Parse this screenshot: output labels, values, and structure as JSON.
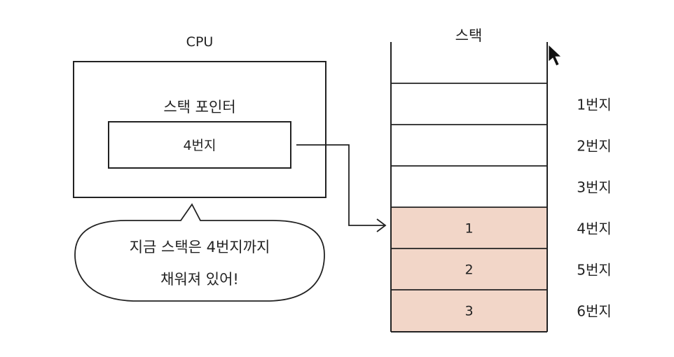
{
  "cpu": {
    "title": "CPU",
    "register_label": "스택 포인터",
    "register_value": "4번지"
  },
  "stack": {
    "title": "스택",
    "rows": [
      {
        "address": "1번지",
        "value": "",
        "filled": false
      },
      {
        "address": "2번지",
        "value": "",
        "filled": false
      },
      {
        "address": "3번지",
        "value": "",
        "filled": false
      },
      {
        "address": "4번지",
        "value": "1",
        "filled": true
      },
      {
        "address": "5번지",
        "value": "2",
        "filled": true
      },
      {
        "address": "6번지",
        "value": "3",
        "filled": true
      }
    ]
  },
  "bubble": {
    "line1": "지금 스택은 4번지까지",
    "line2": "채워져 있어!"
  },
  "colors": {
    "filled_cell": "#f2d6c8",
    "line": "#222222"
  }
}
